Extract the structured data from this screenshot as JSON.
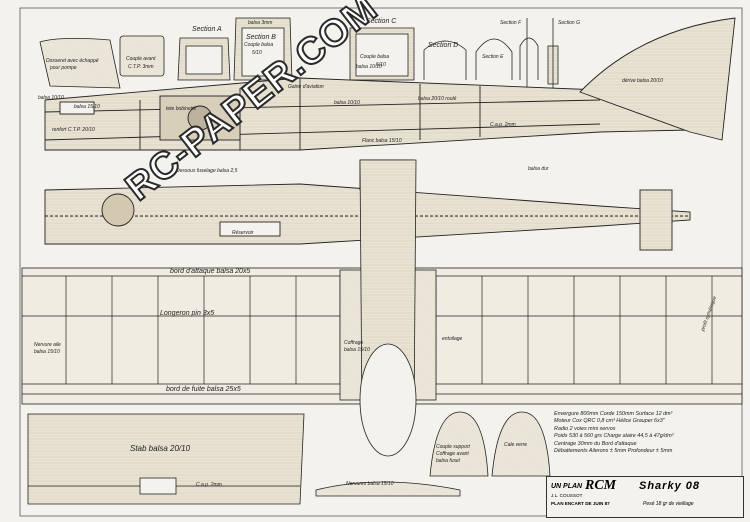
{
  "labels": {
    "section_a": "Section A",
    "section_b": "Section B",
    "section_b_desc": "Couple balsa",
    "section_b_mat": "balsa 3mm",
    "section_b_mat2": "5/10",
    "section_c": "Section C",
    "section_c_desc": "Couple balsa",
    "section_c_mat": "5/10",
    "section_d": "Section D",
    "section_e": "Section E",
    "section_f": "Section F",
    "section_g": "Section G",
    "dosseret": "Dosseret avec échappé",
    "dosseret2": "pour pompe",
    "cp_avant": "Couple avant",
    "cp_avant2": "C.T.P. 3mm",
    "balsa_10": "balsa 10/10",
    "balsa_15": "balsa 15/10",
    "renfort": "renfort C.T.P. 20/10",
    "gaine": "Gaine d'aviation",
    "tete_bloc": "tete bobinette",
    "fleche": "Flanc balsa 15/10",
    "balsa_20": "balsa 20/10 roulé",
    "balsa_10_2": "balsa 10/10",
    "balsa_10_3": "balsa 10/10",
    "cap": "C.a.p. 2mm",
    "derive": "dérive balsa 20/10",
    "balsa_dur": "balsa dur",
    "dessous_fus": "Dessous fuselage balsa 2,5",
    "reservoir": "Réservoir",
    "bord_attaque": "bord d'attaque  balsa 20x5",
    "longeron": "Longeron  pin  3x5",
    "bord_fuite": "bord de fuite  balsa 25x5",
    "nervure_aile": "Nervure aile",
    "nervure_aile2": "balsa 15/10",
    "coffrage": "Coffrage",
    "coffrage2": "balsa 15/10",
    "entoilage": "entoilage",
    "profil_sym": "profil symétrique",
    "stab": "Stab  balsa  20/10",
    "cap2": "C.a.p. 2mm",
    "nervures": "Nervures  balsa  15/10",
    "couple_support": "Couple support",
    "couple_support2": "Coffrage avant",
    "couple_support3": "balsa fusel",
    "cale_verre": "Cale verre"
  },
  "specs": {
    "row1": "Envergure   800mm     Corde   150mm     Surface   12 dm²",
    "row2": "Moteur    Cox QRC  0,8 cm³     Hélice  Grauper  6x3\"",
    "row3": "Radio    2 voies     mini servos",
    "row4": "Poids    530 à 560 grs      Charge alaire   44,5 à 47g/dm²",
    "row5": "Centrage    30mm du Bord d'attaque",
    "row6": "Débattements   Ailerons ± 5mm    Profondeur ± 5mm"
  },
  "title": {
    "plan": "UN PLAN",
    "brand": "RCM",
    "name": "Sharky 08",
    "author": "J.L. COUSSOT",
    "issue": "PLAN ENCART DE JUIN 87",
    "weight": "Pesé 18 gr de vieillage"
  },
  "watermark": "RC-PAPER.COM",
  "colors": {
    "ink": "#2a2a2a",
    "paper": "#f4f2ec",
    "wood": "#e2d9c6"
  }
}
